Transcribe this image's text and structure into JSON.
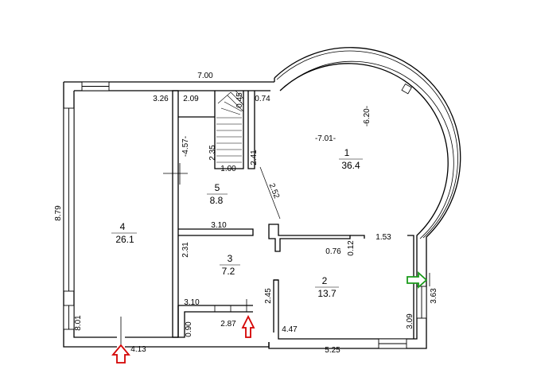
{
  "plan": {
    "rooms": [
      {
        "number": "1",
        "area": "36.4"
      },
      {
        "number": "2",
        "area": "13.7"
      },
      {
        "number": "3",
        "area": "7.2"
      },
      {
        "number": "4",
        "area": "26.1"
      },
      {
        "number": "5",
        "area": "8.8"
      }
    ],
    "dimensions": {
      "top_width": "7.00",
      "left_height": "8.79",
      "room4_top": "3.26",
      "stair_width": "2.09",
      "stair_step": "0.45",
      "stair_right": "0.74",
      "circle_radius": "-6.20-",
      "room1_width": "-7.01-",
      "corridor_height": "-4.57-",
      "stair_height_a": "2.35",
      "stair_height_b": "2.41",
      "stair_bottom": "1.00",
      "diagonal": "2.52",
      "room5_bottom": "3.10",
      "wall_1_53": "1.53",
      "wall_0_76": "0.76",
      "wall_0_12": "0.12",
      "room3_left": "2.31",
      "room3_bottom": "3.10",
      "partition_height": "2.45",
      "door_width": "2.87",
      "entry_depth": "0.90",
      "room4_left_bottom": "8.01",
      "bottom_left": "4.13",
      "room2_bottom": "4.47",
      "bottom_right": "5.25",
      "right_lower": "3.09",
      "right_side": "3.63"
    },
    "colors": {
      "wall": "#000000",
      "entry_arrow": "#d40000",
      "exit_arrow": "#1a9a1a"
    }
  }
}
